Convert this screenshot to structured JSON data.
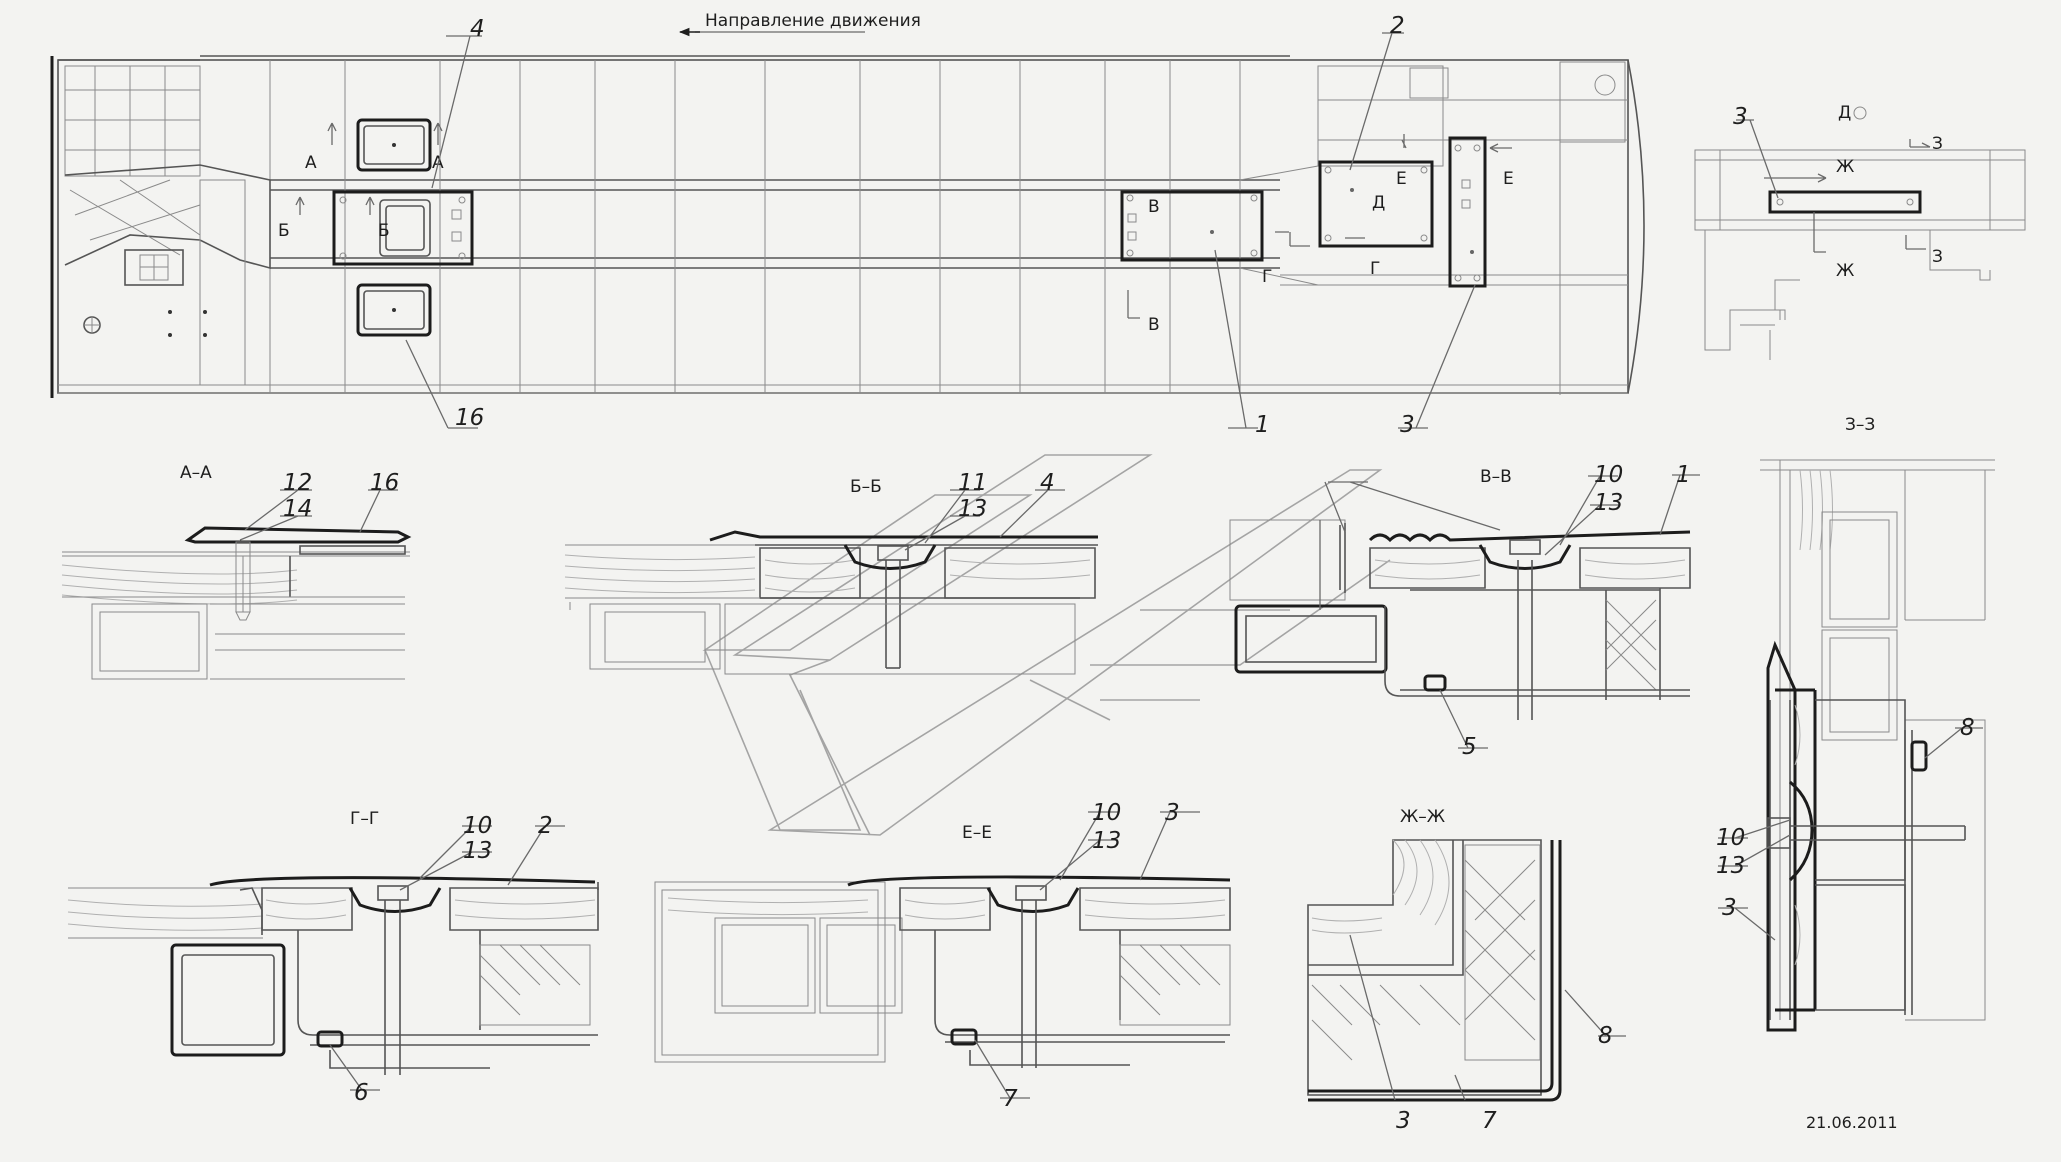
{
  "header": {
    "direction_label": "Направление движения"
  },
  "plan": {
    "callouts": [
      "4",
      "2",
      "16",
      "1",
      "3"
    ],
    "cut_marks": [
      "А",
      "А",
      "Б",
      "Б",
      "В",
      "В",
      "Г",
      "Г",
      "Д",
      "Е",
      "Е"
    ]
  },
  "detail_D": {
    "title": "Д",
    "callouts": [
      "3"
    ],
    "cut_marks": [
      "З",
      "З",
      "Ж",
      "Ж"
    ]
  },
  "sections": [
    {
      "title": "А–А",
      "callouts": [
        "12",
        "14",
        "16"
      ]
    },
    {
      "title": "Б–Б",
      "callouts": [
        "11",
        "13",
        "4"
      ]
    },
    {
      "title": "В–В",
      "callouts": [
        "10",
        "13",
        "1",
        "5"
      ]
    },
    {
      "title": "Г–Г",
      "callouts": [
        "10",
        "13",
        "2",
        "6"
      ]
    },
    {
      "title": "Е–Е",
      "callouts": [
        "10",
        "13",
        "3",
        "7"
      ]
    },
    {
      "title": "Ж–Ж",
      "callouts": [
        "8",
        "3",
        "7"
      ]
    },
    {
      "title": "З–З",
      "callouts": [
        "8",
        "10",
        "13",
        "3"
      ]
    }
  ],
  "footer": {
    "date": "21.06.2011"
  }
}
